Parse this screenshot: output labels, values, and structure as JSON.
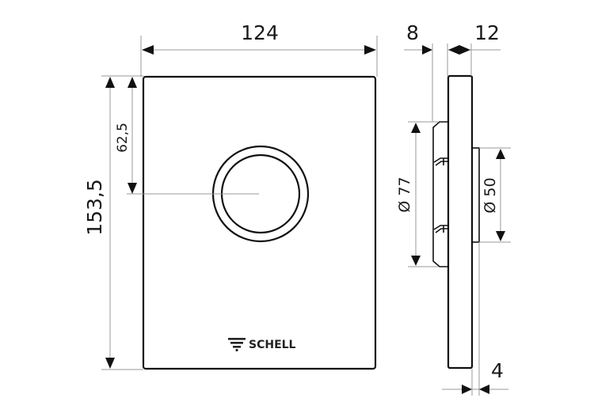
{
  "drawing": {
    "title": "Flush plate technical dimension drawing",
    "units": "mm",
    "front_view": {
      "width_label": "124",
      "height_label": "153,5",
      "center_offset_label": "62,5",
      "brand_label": "SCHELL",
      "brand_icon": "schell-logo-icon"
    },
    "side_view": {
      "back_depth_label": "8",
      "plate_thickness_label": "12",
      "button_protrusion_label": "4",
      "mount_diameter_label": "Ø 77",
      "button_diameter_label": "Ø 50"
    },
    "colors": {
      "line": "#111111",
      "dimension_line": "#9a9a9a",
      "background": "#ffffff"
    }
  }
}
